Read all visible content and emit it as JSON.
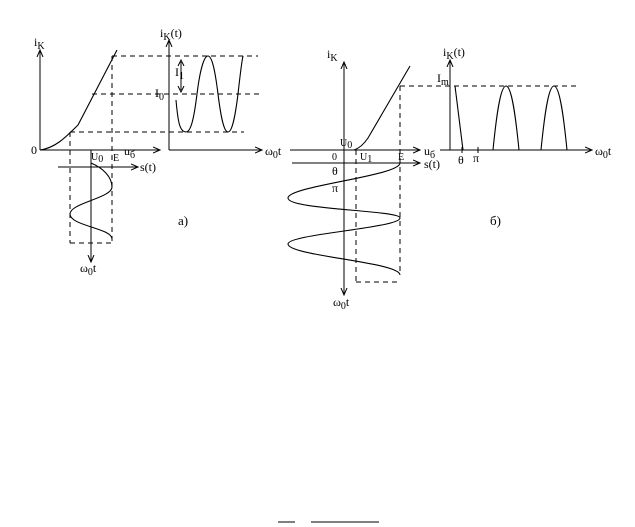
{
  "labels": {
    "a_ik": "i",
    "a_ik_sub": "K",
    "a_ikt": "i",
    "a_ikt_sub": "K",
    "a_ikt_t": "(t)",
    "a_I1": "I",
    "a_I1_sub": "1",
    "a_I0": "I",
    "a_I0_sub": "0",
    "a_zero": "0",
    "a_U0": "U",
    "a_U0_sub": "0",
    "a_E": "E",
    "a_ub": "u",
    "a_ub_sub": "б",
    "a_st": "s(t)",
    "a_wt": "ω",
    "a_wt_sub": "0",
    "a_wt_t": "t",
    "a_w0t_bottom": "ω",
    "a_w0t_bottom_sub": "0",
    "a_w0t_bottom_t": "t",
    "a_caption": "а)",
    "b_ik": "i",
    "b_ik_sub": "K",
    "b_ikt": "i",
    "b_ikt_sub": "K",
    "b_ikt_t": "(t)",
    "b_Im": "I",
    "b_Im_sub": "m",
    "b_U0": "U",
    "b_U0_sub": "0",
    "b_zero": "0",
    "b_U1": "U",
    "b_U1_sub": "1",
    "b_E": "E",
    "b_ub": "u",
    "b_ub_sub": "б",
    "b_st": "s(t)",
    "b_theta": "θ",
    "b_pi": "π",
    "b_theta_r": "θ",
    "b_pi_r": "π",
    "b_wt_r": "ω",
    "b_wt_r_sub": "0",
    "b_wt_r_t": "t",
    "b_w0t_bottom": "ω",
    "b_w0t_bottom_sub": "0",
    "b_w0t_bottom_t": "t",
    "b_caption": "б)"
  }
}
